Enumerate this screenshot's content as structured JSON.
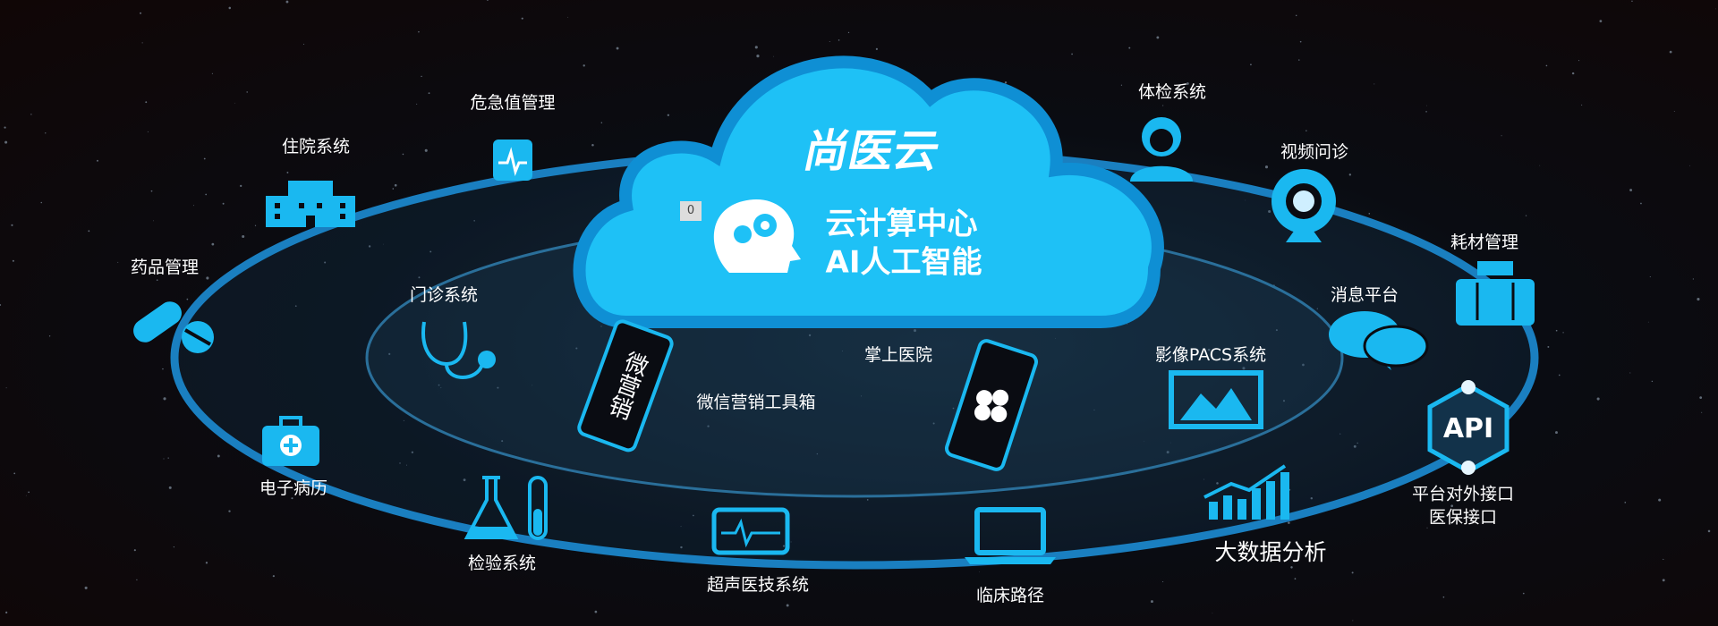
{
  "cloud": {
    "title": "尚医云",
    "line1": "云计算中心",
    "line2": "AI人工智能",
    "badge": "0"
  },
  "modules": {
    "critical": "危急值管理",
    "inpatient": "住院系统",
    "pharmacy": "药品管理",
    "outpatient": "门诊系统",
    "emr": "电子病历",
    "lab": "检验系统",
    "ultrasound": "超声医技系统",
    "clinical_path": "临床路径",
    "bigdata": "大数据分析",
    "api_line1": "平台对外接口",
    "api_line2": "医保接口",
    "api_badge": "API",
    "pacs": "影像PACS系统",
    "message": "消息平台",
    "consumables": "耗材管理",
    "video": "视频问诊",
    "checkup": "体检系统",
    "mobile_hospital": "掌上医院",
    "wechat_toolbox": "微信营销工具箱",
    "wechat_phone": "微营销"
  },
  "colors": {
    "accent": "#1ab8f0",
    "ring": "#1a7fc0"
  }
}
